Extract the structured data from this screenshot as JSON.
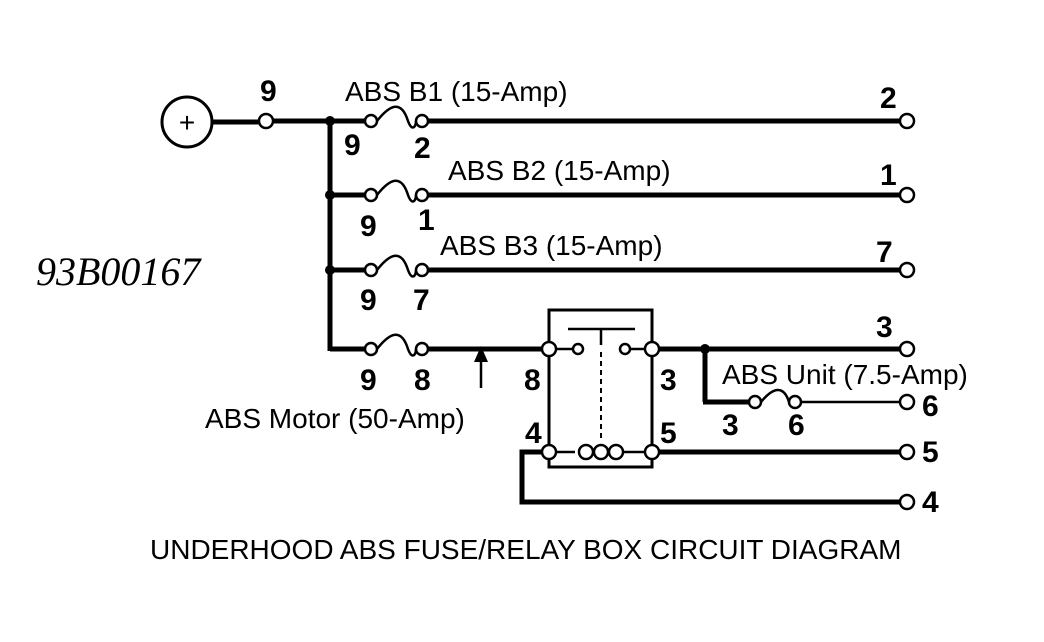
{
  "figure_id": "93B00167",
  "caption": "UNDERHOOD ABS FUSE/RELAY BOX CIRCUIT DIAGRAM",
  "source": {
    "symbol": "+",
    "terminal": "9"
  },
  "fuses": [
    {
      "label": "ABS B1 (15-Amp)",
      "in_pin": "9",
      "out_pin": "2",
      "output": "2"
    },
    {
      "label": "ABS B2 (15-Amp)",
      "in_pin": "9",
      "out_pin": "1",
      "output": "1"
    },
    {
      "label": "ABS B3 (15-Amp)",
      "in_pin": "9",
      "out_pin": "7",
      "output": "7"
    },
    {
      "label": "ABS Motor (50-Amp)",
      "in_pin": "9",
      "out_pin": "8"
    }
  ],
  "relay": {
    "pin_top_left": "8",
    "pin_top_right": "3",
    "pin_bottom_left": "4",
    "pin_bottom_right": "5"
  },
  "unit_fuse": {
    "label": "ABS Unit (7.5-Amp)",
    "in_pin": "3",
    "out_pin": "6"
  },
  "outputs": {
    "motor": "3",
    "unit": "6",
    "coil_high": "5",
    "coil_low": "4"
  }
}
